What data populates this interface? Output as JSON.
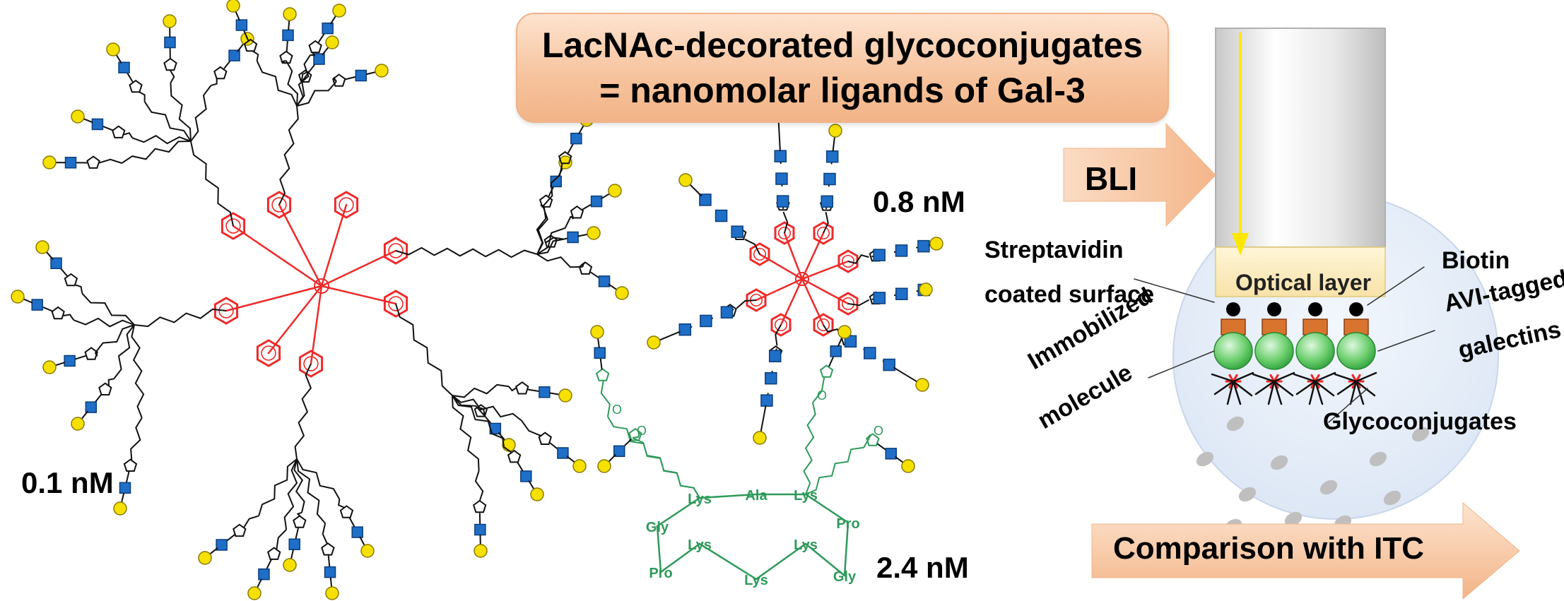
{
  "title": {
    "line1": "LacNAc-decorated glycoconjugates",
    "line2": "= nanomolar ligands of Gal-3"
  },
  "affinities": {
    "large_dendrimer": "0.1 nM",
    "small_dendrimer": "0.8 nM",
    "peptide_scaffold": "2.4 nM"
  },
  "bli": {
    "arrow_label": "BLI",
    "optical_layer": "Optical layer",
    "streptavidin_line1": "Streptavidin",
    "streptavidin_line2": "coated surface",
    "biotin": "Biotin",
    "avi_line1": "AVI-tagged",
    "avi_line2": "galectins",
    "immobilized_line1": "Immobilized",
    "immobilized_line2": "molecule",
    "glycoconjugates": "Glycoconjugates"
  },
  "comparison_arrow": "Comparison with ITC",
  "peptide_residues": [
    "Lys",
    "Ala",
    "Lys",
    "Gly",
    "Pro",
    "Pro",
    "Lys",
    "Lys",
    "Lys",
    "Gly"
  ],
  "colors": {
    "scaffold_core": "#ee2a2a",
    "glucosamine_square": "#1f6fc8",
    "galactose_circle": "#f5e000",
    "peptide": "#2e9a5a",
    "galectin": "#47c35b",
    "tag": "#d9742f",
    "arrow_fill": "#f7c7a3",
    "probe_arrow": "#ffe800"
  },
  "icons": [
    "galactose-circle-icon",
    "glcnac-square-icon",
    "triazole-ring-icon",
    "benzene-ring-icon"
  ]
}
